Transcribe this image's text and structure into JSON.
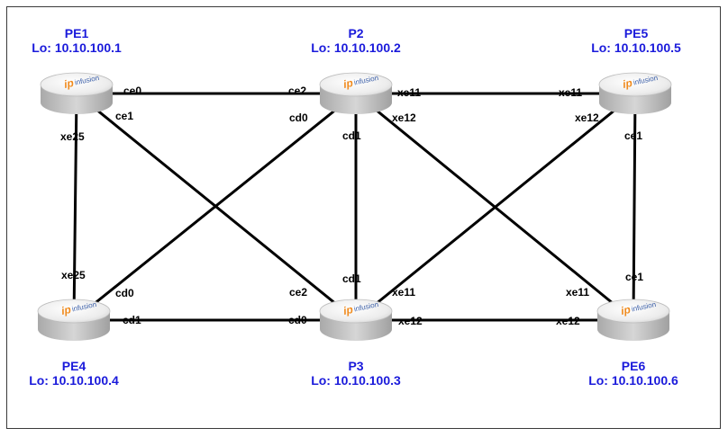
{
  "nodes": {
    "pe1": {
      "name": "PE1",
      "loopback": "Lo: 10.10.100.1",
      "logo_mark": "ip",
      "logo_text": "infusion"
    },
    "p2": {
      "name": "P2",
      "loopback": "Lo: 10.10.100.2",
      "logo_mark": "ip",
      "logo_text": "infusion"
    },
    "pe5": {
      "name": "PE5",
      "loopback": "Lo: 10.10.100.5",
      "logo_mark": "ip",
      "logo_text": "infusion"
    },
    "pe4": {
      "name": "PE4",
      "loopback": "Lo: 10.10.100.4",
      "logo_mark": "ip",
      "logo_text": "infusion"
    },
    "p3": {
      "name": "P3",
      "loopback": "Lo: 10.10.100.3",
      "logo_mark": "ip",
      "logo_text": "infusion"
    },
    "pe6": {
      "name": "PE6",
      "loopback": "Lo: 10.10.100.6",
      "logo_mark": "ip",
      "logo_text": "infusion"
    }
  },
  "ports": {
    "pe1_ce0": "ce0",
    "pe1_ce1": "ce1",
    "pe1_xe25": "xe25",
    "p2_ce2": "ce2",
    "p2_cd0": "cd0",
    "p2_cd1": "cd1",
    "p2_xe11": "xe11",
    "p2_xe12": "xe12",
    "pe5_xe11": "xe11",
    "pe5_xe12": "xe12",
    "pe5_ce1": "ce1",
    "pe4_xe25": "xe25",
    "pe4_cd0": "cd0",
    "pe4_cd1": "cd1",
    "p3_ce2": "ce2",
    "p3_cd0": "cd0",
    "p3_cd1": "cd1",
    "p3_xe11": "xe11",
    "p3_xe12": "xe12",
    "pe6_ce1": "ce1",
    "pe6_xe11": "xe11",
    "pe6_xe12": "xe12"
  },
  "links": [
    {
      "a": "pe1",
      "b": "p2"
    },
    {
      "a": "pe1",
      "b": "p3"
    },
    {
      "a": "pe1",
      "b": "pe4"
    },
    {
      "a": "p2",
      "b": "pe4"
    },
    {
      "a": "p2",
      "b": "p3"
    },
    {
      "a": "p2",
      "b": "pe5"
    },
    {
      "a": "p2",
      "b": "pe6"
    },
    {
      "a": "pe5",
      "b": "p3"
    },
    {
      "a": "pe5",
      "b": "pe6"
    },
    {
      "a": "pe4",
      "b": "p3"
    },
    {
      "a": "p3",
      "b": "pe6"
    }
  ],
  "colors": {
    "label": "#1a1adb",
    "link": "#000000",
    "logo_mark": "#f08a1c",
    "logo_text": "#3b5fa8"
  }
}
